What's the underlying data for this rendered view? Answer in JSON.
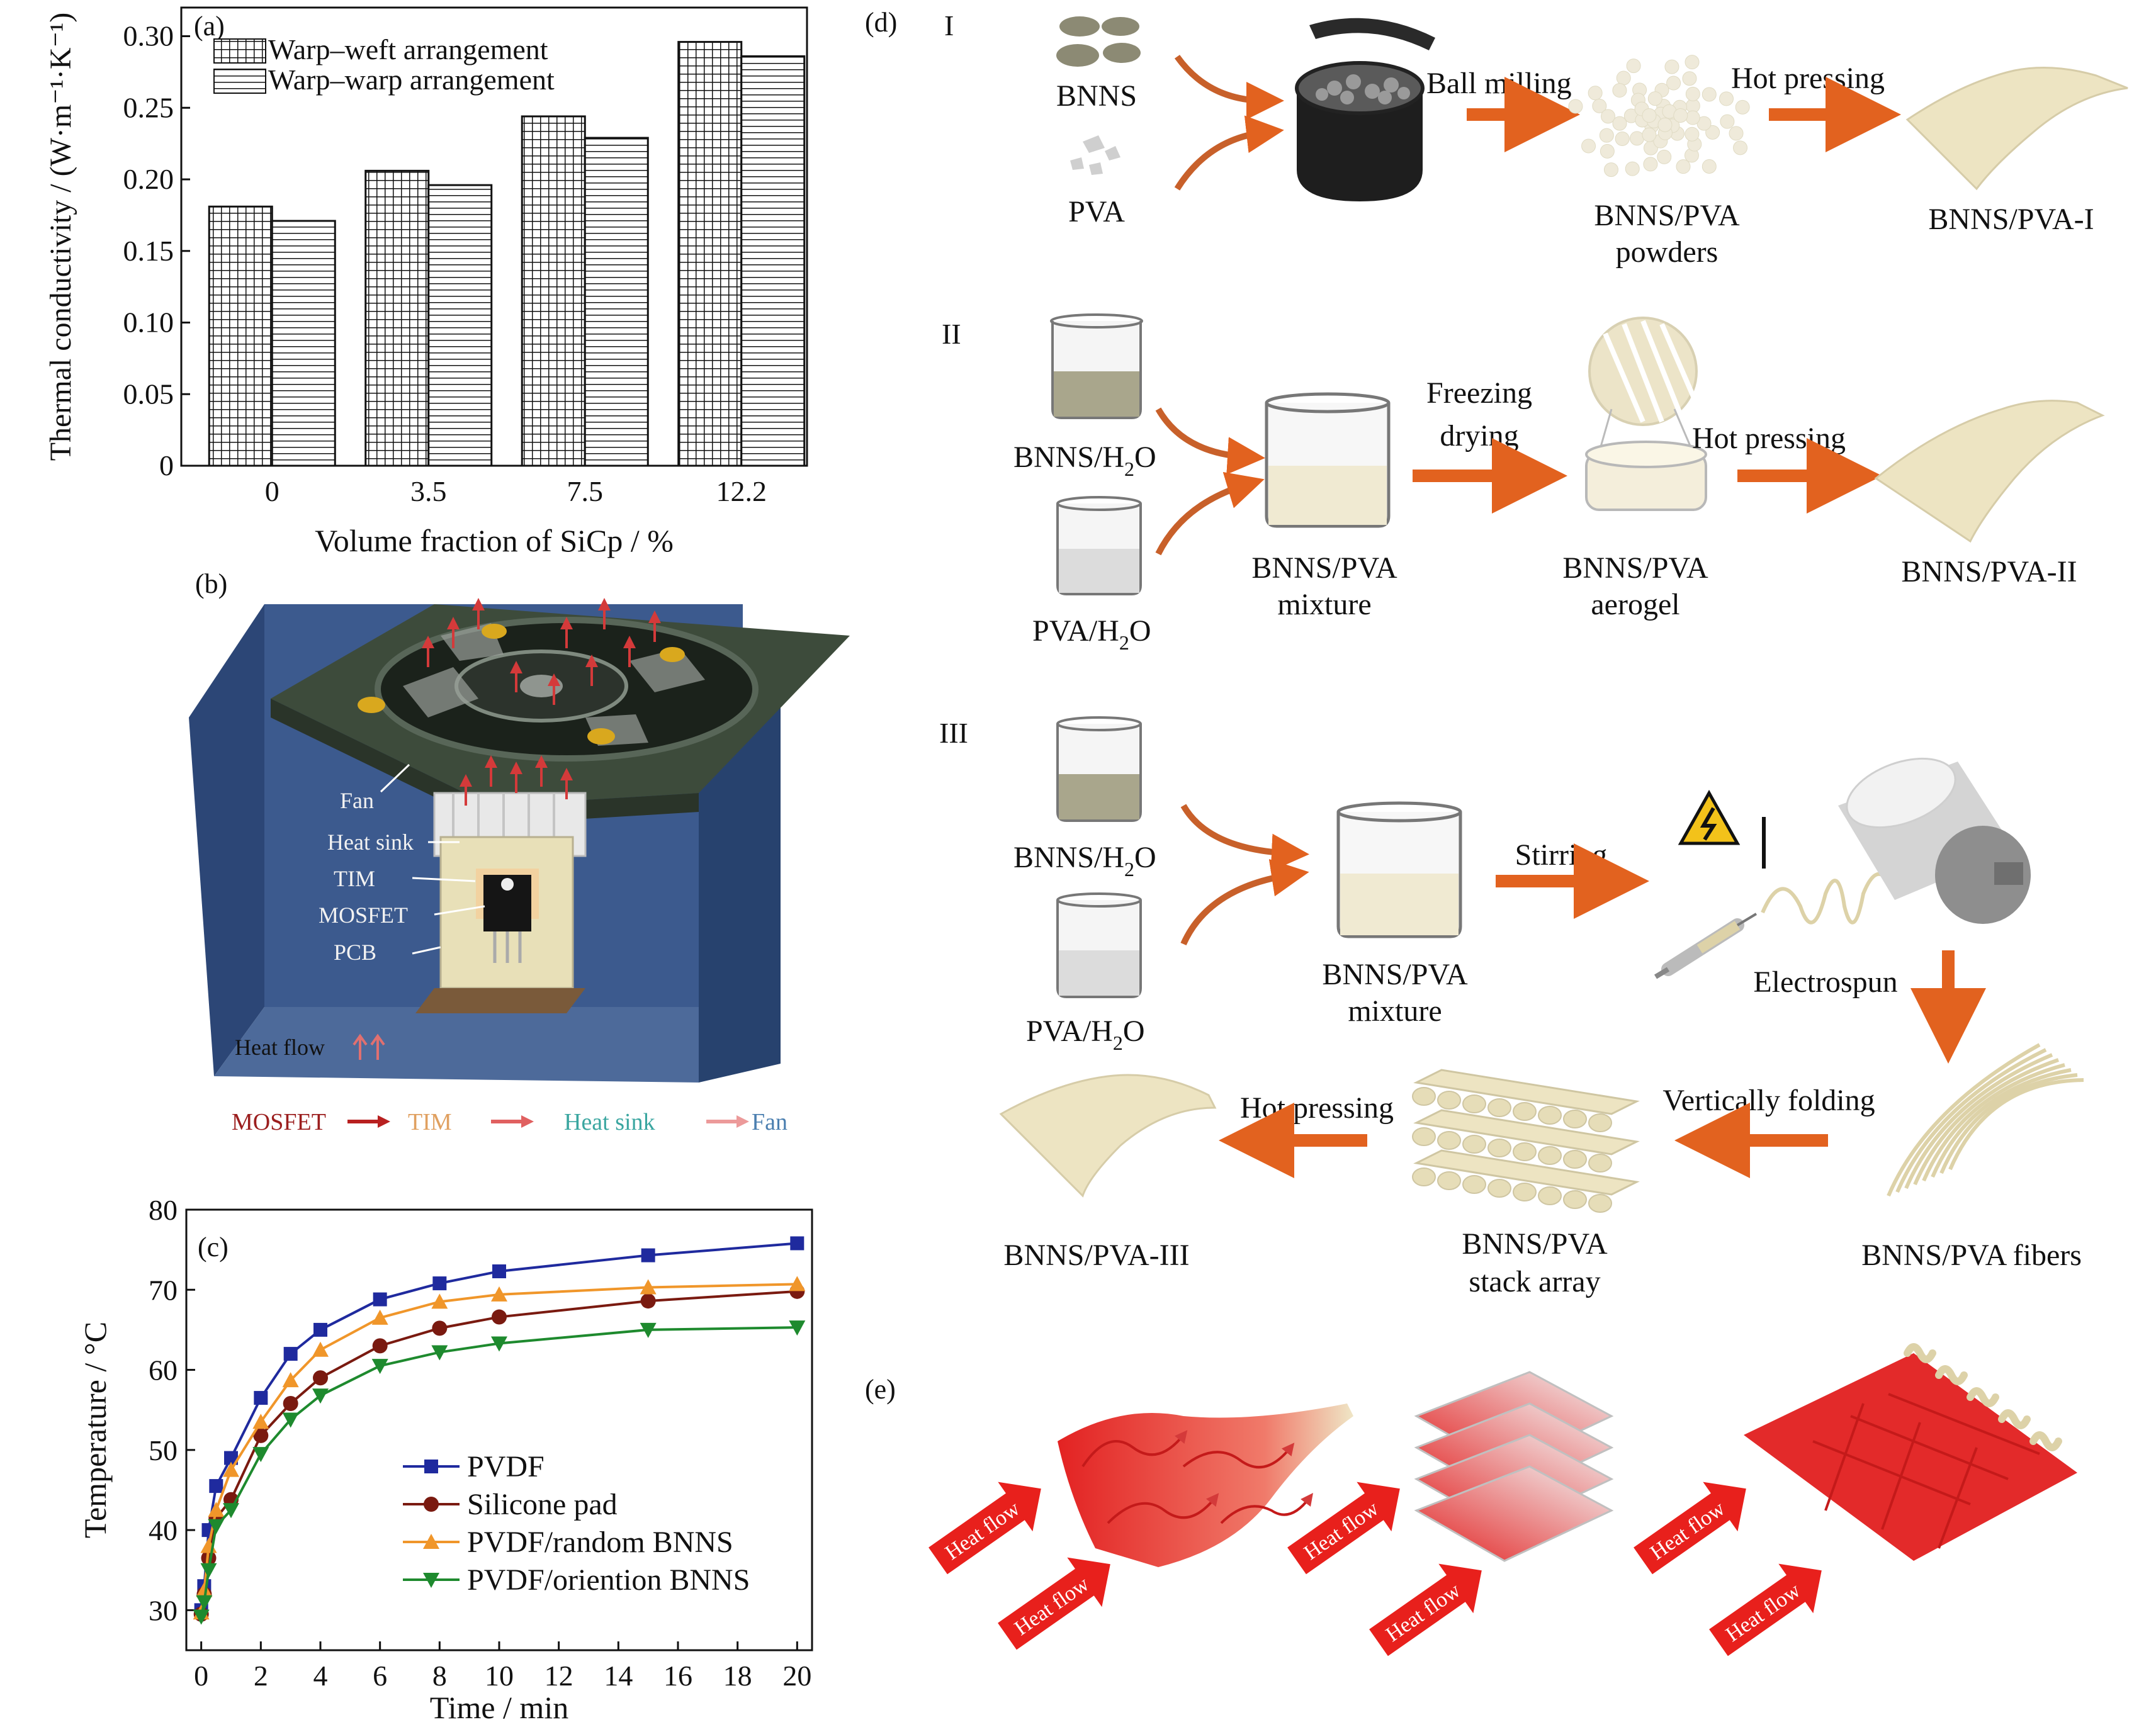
{
  "panels": {
    "a": {
      "label": "(a)"
    },
    "b": {
      "label": "(b)"
    },
    "c": {
      "label": "(c)"
    },
    "d": {
      "label": "(d)"
    },
    "e": {
      "label": "(e)"
    }
  },
  "chart_data": [
    {
      "type": "bar",
      "panel": "a",
      "categories": [
        "0",
        "3.5",
        "7.5",
        "12.2"
      ],
      "series": [
        {
          "name": "Warp–weft arrangement",
          "values": [
            0.181,
            0.206,
            0.244,
            0.296
          ]
        },
        {
          "name": "Warp–warp arrangement",
          "values": [
            0.171,
            0.196,
            0.229,
            0.286
          ]
        }
      ],
      "xlabel": "Volume fraction of SiCp / %",
      "ylabel": "Thermal conductivity / (W·m⁻¹·K⁻¹)",
      "ylim": [
        0,
        0.32
      ],
      "yticks": [
        "0",
        "0.05",
        "0.10",
        "0.15",
        "0.20",
        "0.25",
        "0.30"
      ],
      "legend_position": "top-left",
      "grid": false
    },
    {
      "type": "line",
      "panel": "c",
      "x": [
        0,
        0.1,
        0.25,
        0.5,
        1,
        2,
        3,
        4,
        6,
        8,
        10,
        15,
        20
      ],
      "series": [
        {
          "name": "PVDF",
          "color": "#1f2a9e",
          "marker": "square",
          "values": [
            30,
            33,
            40,
            45.5,
            49,
            56.5,
            62,
            65,
            68.8,
            70.8,
            72.3,
            74.3,
            75.8
          ]
        },
        {
          "name": "Silicone pad",
          "color": "#7a1a10",
          "marker": "circle",
          "values": [
            29.5,
            32,
            36.5,
            41.5,
            43.8,
            51.8,
            55.8,
            59,
            63,
            65.2,
            66.6,
            68.6,
            69.8
          ]
        },
        {
          "name": "PVDF/random BNNS",
          "color": "#f0962a",
          "marker": "triangle-up",
          "values": [
            29.7,
            32.5,
            38,
            42.5,
            47.5,
            53.5,
            58.7,
            62.5,
            66.5,
            68.5,
            69.4,
            70.3,
            70.7
          ]
        },
        {
          "name": "PVDF/oriention BNNS",
          "color": "#1e8a2e",
          "marker": "triangle-down",
          "values": [
            29.2,
            31,
            35,
            40.5,
            42.5,
            49.5,
            53.8,
            56.8,
            60.5,
            62.2,
            63.3,
            65,
            65.3
          ]
        }
      ],
      "xlabel": "Time / min",
      "ylabel": "Temperature / °C",
      "xlim": [
        -0.5,
        20.5
      ],
      "ylim": [
        25,
        80
      ],
      "xticks": [
        "0",
        "2",
        "4",
        "6",
        "8",
        "10",
        "12",
        "14",
        "16",
        "18",
        "20"
      ],
      "yticks": [
        "30",
        "40",
        "50",
        "60",
        "70",
        "80"
      ],
      "legend_position": "bottom-right",
      "grid": false
    }
  ],
  "panel_b": {
    "labels": {
      "fan": "Fan",
      "heat_sink": "Heat sink",
      "tim": "TIM",
      "mosfet": "MOSFET",
      "pcb": "PCB"
    },
    "heat_flow_label": "Heat flow",
    "legend": {
      "mosfet": "MOSFET",
      "tim": "TIM",
      "heat_sink": "Heat sink",
      "fan": "Fan"
    },
    "colors": {
      "box": "#2f4a78",
      "plate": "#3b4a3a",
      "arrow": "#d43a3a",
      "mosfet": "#9b1e1e",
      "tim": "#e0a060",
      "heat_sink": "#3aa6a0",
      "fan": "#e37c7c"
    }
  },
  "panel_d": {
    "route_I": {
      "numeral": "I",
      "bnns": "BNNS",
      "pva": "PVA",
      "ball_milling": "Ball milling",
      "hot_pressing": "Hot pressing",
      "powders_line1": "BNNS/PVA",
      "powders_line2": "powders",
      "product": "BNNS/PVA-I"
    },
    "route_II": {
      "numeral": "II",
      "bnns_h2o_main": "BNNS/H",
      "bnns_h2o_sub": "2",
      "bnns_h2o_end": "O",
      "pva_h2o_main": "PVA/H",
      "pva_h2o_sub": "2",
      "pva_h2o_end": "O",
      "mixture_line1": "BNNS/PVA",
      "mixture_line2": "mixture",
      "freezing": "Freezing",
      "drying": "drying",
      "aerogel_line1": "BNNS/PVA",
      "aerogel_line2": "aerogel",
      "hot_pressing": "Hot pressing",
      "product": "BNNS/PVA-II"
    },
    "route_III": {
      "numeral": "III",
      "bnns_h2o_main": "BNNS/H",
      "bnns_h2o_sub": "2",
      "bnns_h2o_end": "O",
      "pva_h2o_main": "PVA/H",
      "pva_h2o_sub": "2",
      "pva_h2o_end": "O",
      "mixture_line1": "BNNS/PVA",
      "mixture_line2": "mixture",
      "stirring": "Stirring",
      "electrospun": "Electrospun",
      "fibers": "BNNS/PVA fibers",
      "vertically_folding": "Vertically folding",
      "stack_line1": "BNNS/PVA",
      "stack_line2": "stack array",
      "hot_pressing": "Hot pressing",
      "product": "BNNS/PVA-III"
    },
    "colors": {
      "arrow": "#e2621f",
      "film": "#efe6c6"
    }
  },
  "panel_e": {
    "heat_flow_label": "Heat flow",
    "colors": {
      "arrow": "#e8201c",
      "film": "#efe6c6"
    }
  }
}
